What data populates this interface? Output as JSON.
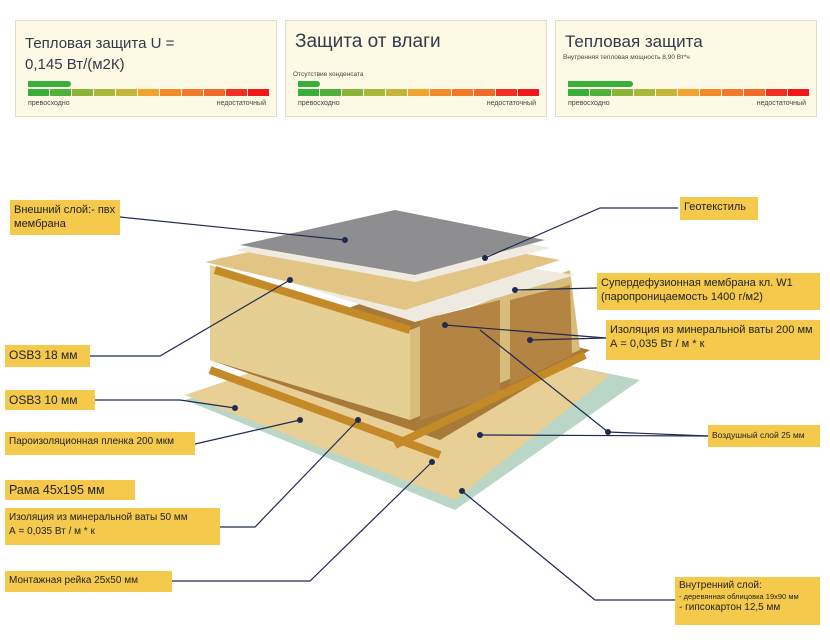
{
  "cards": [
    {
      "title": "Тепловая защита U = 0,145 Вт/(м2К)",
      "subtitle": "",
      "low": "превосходно",
      "high": "недостаточный",
      "level": 0.18
    },
    {
      "title": "Защита от влаги",
      "subtitle": "Отсутствие конденсата",
      "low": "превосходно",
      "high": "недостаточный",
      "level": 0.09
    },
    {
      "title": "Тепловая защита",
      "subtitle": "Внутренняя тепловая мощность 8,90 Вт*ч",
      "low": "превосходно",
      "high": "недостаточный",
      "level": 0.27
    }
  ],
  "segment_colors": [
    "#3aae3a",
    "#52b03c",
    "#8cb43a",
    "#a8b83a",
    "#c4b43a",
    "#f0a32e",
    "#f08a2a",
    "#f07a2a",
    "#f06a2a",
    "#f03020",
    "#f01818"
  ],
  "labels": {
    "outer": "Внешний слой:- пвх мембрана",
    "geotextile": "Геотекстиль",
    "membrane_1": "Супердефузионная мембрана кл. W1",
    "membrane_2": "(паропроницаемость 1400 г/м2)",
    "insul200_1": "Изоляция из минеральной ваты 200 мм",
    "insul200_2": "А = 0,035 Вт / м * к",
    "osb18": "OSB3 18 мм",
    "osb10": "OSB3 10 мм",
    "vapor": "Пароизоляционная пленка 200 мкм",
    "frame": "Рама 45х195 мм",
    "insul50_1": "Изоляция из минеральной ваты 50 мм",
    "insul50_2": "А = 0,035 Вт / м * к",
    "rail": "Монтажная рейка 25х50 мм",
    "air": "Воздушный слой 25 мм",
    "inner_1": "Внутренний слой:",
    "inner_2": "- деревянная облицовка 19х90 мм",
    "inner_3": "- гипсокартон 12,5 мм"
  }
}
